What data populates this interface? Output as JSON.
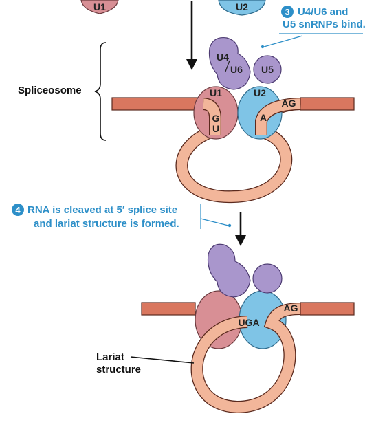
{
  "colors": {
    "exon": "#d9775f",
    "intron": "#f2b69a",
    "u1": "#d88f95",
    "u2": "#7fc4e6",
    "u4_u6_u5": "#a996cc",
    "step_blue": "#2d8fc8"
  },
  "top": {
    "u1_label": "U1",
    "u2_label": "U2"
  },
  "step3": {
    "number": "3",
    "text_line1": "U4/U6 and",
    "text_line2": "U5 snRNPs bind."
  },
  "spliceosome": {
    "label": "Spliceosome",
    "u4_label": "U4",
    "u6_label": "U6",
    "u5_label": "U5",
    "u1_label": "U1",
    "u2_label": "U2",
    "g_label": "G",
    "u_label": "U",
    "a_label": "A",
    "ag_label": "AG"
  },
  "step4": {
    "number": "4",
    "text_line1": "RNA is cleaved at 5′ splice site",
    "text_line2": "and lariat structure is formed."
  },
  "lariat": {
    "label_line1": "Lariat",
    "label_line2": "structure",
    "uga_label": "UGA",
    "ag_label": "AG"
  }
}
